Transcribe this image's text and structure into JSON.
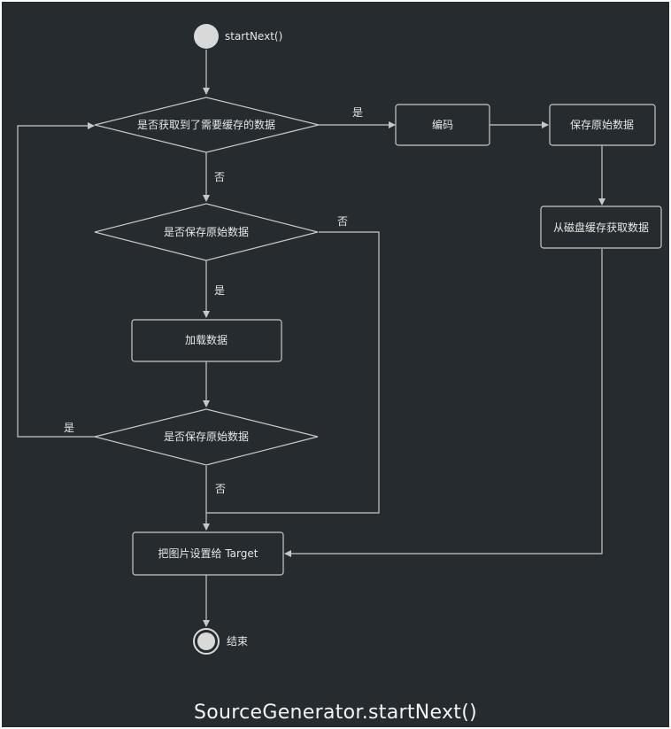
{
  "diagram": {
    "start_label": "startNext()",
    "decision_cached_data": "是否获取到了需要缓存的数据",
    "decision_save_source_1": "是否保存原始数据",
    "decision_save_source_2": "是否保存原始数据",
    "process_encode": "编码",
    "process_save_source": "保存原始数据",
    "process_from_disk_cache": "从磁盘缓存获取数据",
    "process_load_data": "加载数据",
    "process_set_target": "把图片设置给 Target",
    "end_label": "结束",
    "edge_yes": "是",
    "edge_no": "否",
    "caption": "SourceGenerator.startNext()"
  },
  "colors": {
    "background": "#262b2f",
    "stroke": "#c8c8c8",
    "text": "#e6e6e6",
    "node_circle": "#d9d9d9"
  }
}
